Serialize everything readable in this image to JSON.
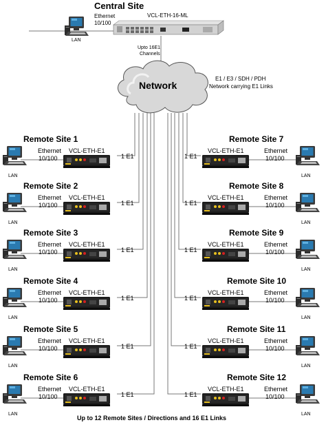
{
  "central": {
    "title": "Central Site",
    "device_label": "VCL-ETH-16-ML",
    "ethernet": "Ethernet",
    "speed": "10/100",
    "lan": "LAN",
    "channels_line1": "Upto 16E1",
    "channels_line2": "Channels"
  },
  "network": {
    "label": "Network",
    "desc_line1": "E1 / E3 / SDH / PDH",
    "desc_line2": "Network carrying E1 Links"
  },
  "remote_common": {
    "device_label": "VCL-ETH-E1",
    "ethernet": "Ethernet",
    "speed": "10/100",
    "lan": "LAN",
    "link": "1 E1"
  },
  "remote_sites_left": [
    "Remote Site 1",
    "Remote Site 2",
    "Remote Site 3",
    "Remote Site 4",
    "Remote Site 5",
    "Remote Site 6"
  ],
  "remote_sites_right": [
    "Remote Site 7",
    "Remote Site 8",
    "Remote Site 9",
    "Remote Site 10",
    "Remote Site 11",
    "Remote Site 12"
  ],
  "footer": "Up to 12 Remote Sites / Directions and 16 E1 Links",
  "colors": {
    "device_body": "#1c1c1c",
    "device_led_red": "#d42020",
    "device_led_yellow": "#e8c020",
    "monitor_screen": "#2a7ab0",
    "line": "#777777"
  }
}
